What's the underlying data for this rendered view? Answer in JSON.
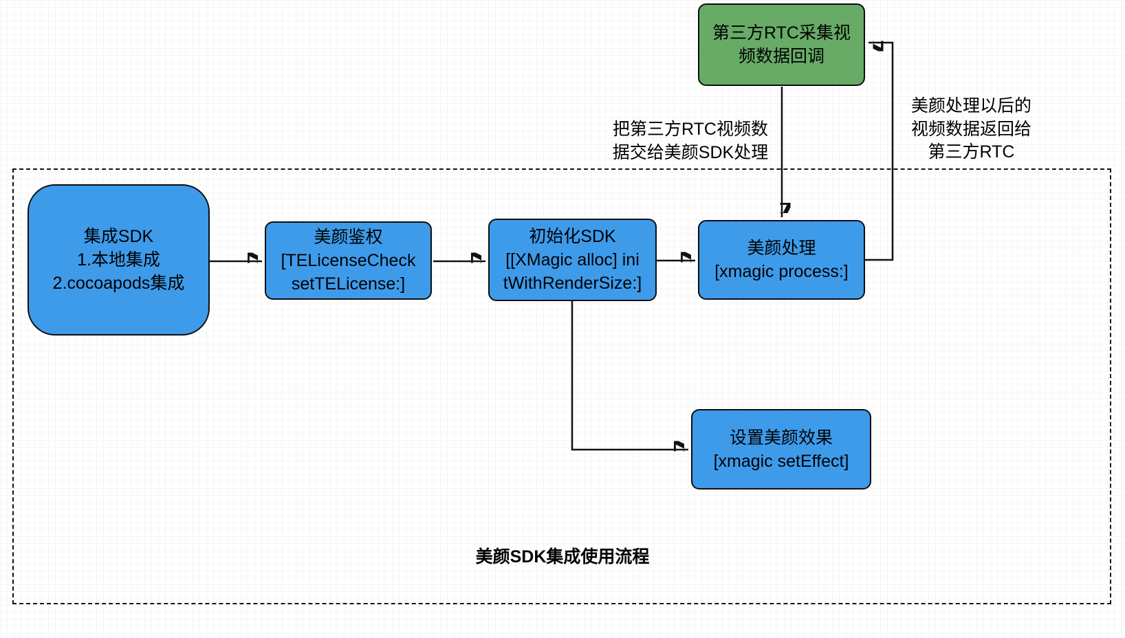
{
  "title": "美颜SDK集成使用流程",
  "nodes": {
    "rtc_callback": {
      "lines": [
        "第三方RTC采集视",
        "频数据回调"
      ]
    },
    "integrate_sdk": {
      "lines": [
        "集成SDK",
        "1.本地集成",
        "2.cocoapods集成"
      ]
    },
    "auth": {
      "lines": [
        "美颜鉴权",
        "[TELicenseCheck",
        "setTELicense:]"
      ]
    },
    "init_sdk": {
      "lines": [
        "初始化SDK",
        "[[XMagic alloc] ini",
        "tWithRenderSize:]"
      ]
    },
    "process": {
      "lines": [
        "美颜处理",
        "[xmagic process:]"
      ]
    },
    "set_effect": {
      "lines": [
        "设置美颜效果",
        "[xmagic setEffect]"
      ]
    }
  },
  "annotations": {
    "to_sdk": {
      "lines": [
        "把第三方RTC视频数",
        "据交给美颜SDK处理"
      ]
    },
    "back_to_rtc": {
      "lines": [
        "美颜处理以后的",
        "视频数据返回给",
        "第三方RTC"
      ]
    }
  },
  "colors": {
    "node_blue": "#3E9BEA",
    "node_green": "#67AB67",
    "edge_stroke": "#111111"
  }
}
